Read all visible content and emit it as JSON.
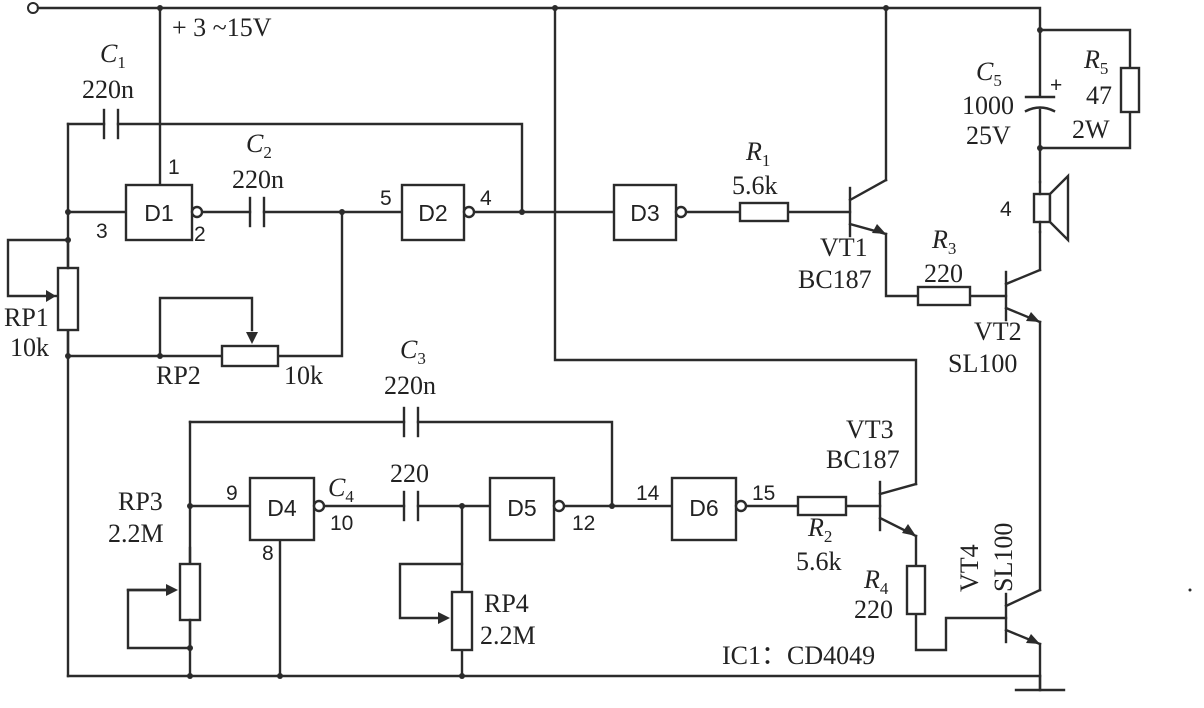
{
  "supply": {
    "label": "+ 3 ~15V"
  },
  "ic": {
    "label": "IC1：CD4049"
  },
  "gates": {
    "d1": {
      "name": "D1",
      "pin_in": "3",
      "pin_out": "2",
      "pin_sup": "1"
    },
    "d2": {
      "name": "D2",
      "pin_in": "5",
      "pin_out": "4"
    },
    "d3": {
      "name": "D3"
    },
    "d4": {
      "name": "D4",
      "pin_in": "9",
      "pin_out": "10",
      "pin_gnd": "8"
    },
    "d5": {
      "name": "D5",
      "pin_out": "12"
    },
    "d6": {
      "name": "D6",
      "pin_in": "14",
      "pin_out": "15"
    }
  },
  "capacitors": {
    "c1": {
      "ref": "C",
      "sub": "1",
      "value": "220n"
    },
    "c2": {
      "ref": "C",
      "sub": "2",
      "value": "220n"
    },
    "c3": {
      "ref": "C",
      "sub": "3",
      "value": "220n"
    },
    "c4": {
      "ref": "C",
      "sub": "4",
      "value": "220"
    },
    "c5": {
      "ref": "C",
      "sub": "5",
      "value": "1000",
      "voltage": "25V",
      "polarity": "+"
    }
  },
  "resistors": {
    "r1": {
      "ref": "R",
      "sub": "1",
      "value": "5.6k"
    },
    "r2": {
      "ref": "R",
      "sub": "2",
      "value": "5.6k"
    },
    "r3": {
      "ref": "R",
      "sub": "3",
      "value": "220"
    },
    "r4": {
      "ref": "R",
      "sub": "4",
      "value": "220"
    },
    "r5": {
      "ref": "R",
      "sub": "5",
      "value": "47",
      "power": "2W"
    }
  },
  "pots": {
    "rp1": {
      "ref": "RP1",
      "value": "10k"
    },
    "rp2": {
      "ref": "RP2",
      "value": "10k"
    },
    "rp3": {
      "ref": "RP3",
      "value": "2.2M"
    },
    "rp4": {
      "ref": "RP4",
      "value": "2.2M"
    }
  },
  "transistors": {
    "vt1": {
      "ref": "VT1",
      "type": "BC187"
    },
    "vt2": {
      "ref": "VT2",
      "type": "SL100"
    },
    "vt3": {
      "ref": "VT3",
      "type": "BC187"
    },
    "vt4": {
      "ref": "VT4",
      "type": "SL100"
    }
  },
  "speaker": {
    "label": "4"
  }
}
